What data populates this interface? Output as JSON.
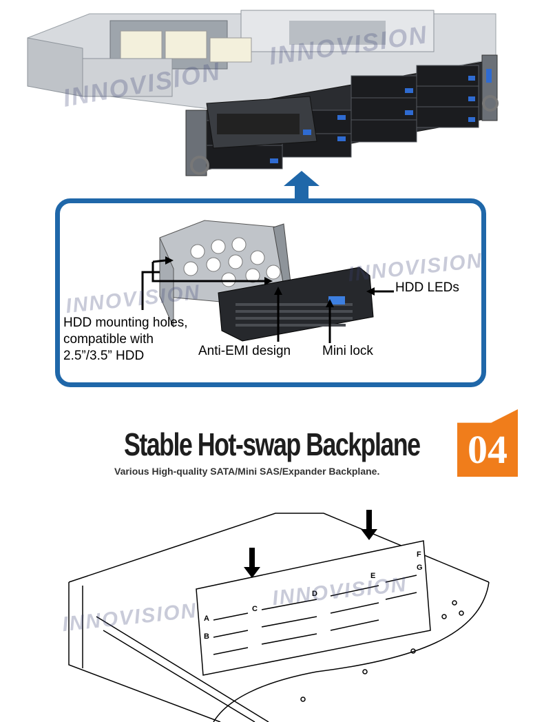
{
  "watermark": "INNOVISION",
  "callout": {
    "labels": {
      "hdd_leds": "HDD LEDs",
      "mounting_holes_line1": "HDD mounting holes,",
      "mounting_holes_line2": "compatible with",
      "mounting_holes_line3": "2.5”/3.5” HDD",
      "anti_emi": "Anti-EMI design",
      "mini_lock": "Mini lock"
    }
  },
  "section": {
    "title": "Stable Hot-swap Backplane",
    "subtitle": "Various High-quality SATA/Mini SAS/Expander Backplane.",
    "number": "04"
  },
  "backplane_letters": [
    "A",
    "B",
    "C",
    "D",
    "E",
    "F",
    "G"
  ],
  "colors": {
    "callout_border": "#1f67a9",
    "badge": "#f07d1b",
    "chassis": "#c9ccd1",
    "drive_latch": "#2f6bd1"
  }
}
